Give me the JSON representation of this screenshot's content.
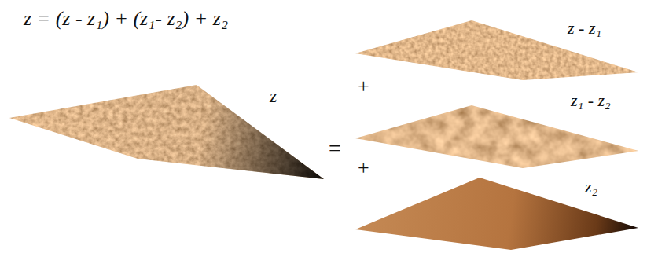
{
  "diagram": {
    "labels": [
      "z = (z - z₁) + (z₁- z₂) + z₂",
      "z - z₁",
      "+",
      "z",
      "=",
      "z₁ - z₂",
      "+",
      "z₂"
    ]
  }
}
